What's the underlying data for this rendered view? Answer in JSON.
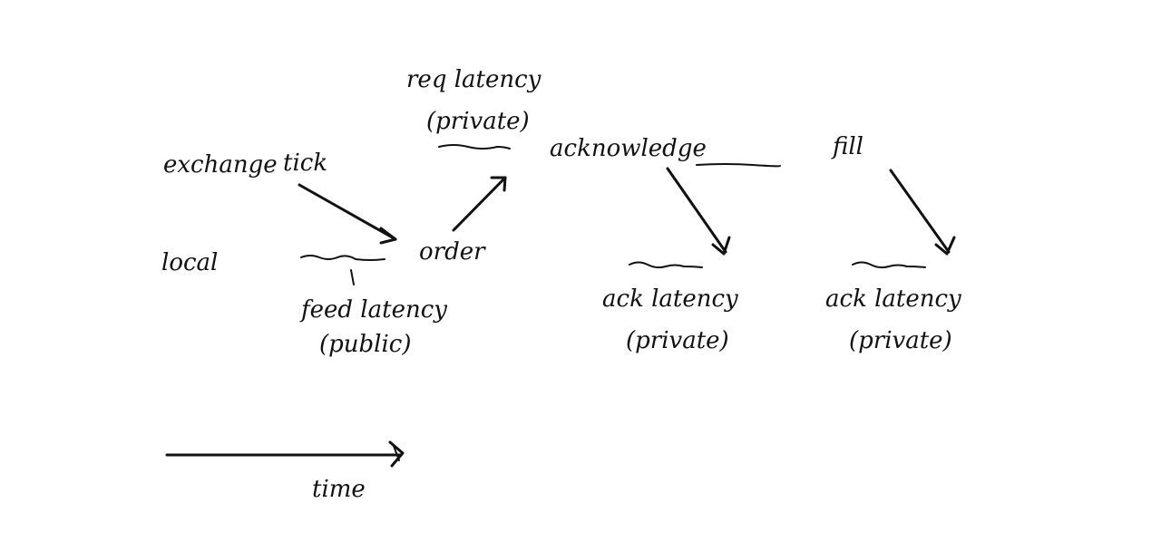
{
  "labels": {
    "exchange": "exchange",
    "tick": "tick",
    "local": "local",
    "order": "order",
    "req_latency_line1": "req latency",
    "req_latency_line2": "(private)",
    "acknowledge": "acknowledge",
    "fill": "fill",
    "feed_latency_line1": "feed latency",
    "feed_latency_line2": "(public)",
    "ack_latency_1_line1": "ack latency",
    "ack_latency_1_line2": "(private)",
    "ack_latency_2_line1": "ack latency",
    "ack_latency_2_line2": "(private)",
    "time": "time"
  },
  "colors": {
    "ink": "#111111",
    "background": "#ffffff"
  }
}
